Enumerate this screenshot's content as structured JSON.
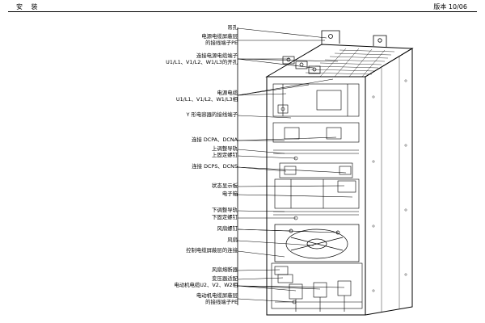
{
  "header": {
    "left": "安  装",
    "right": "版本 10/06"
  },
  "labels": [
    {
      "text": "吊孔"
    },
    {
      "text": "电源电缆屏蔽层"
    },
    {
      "text": "的接线端子PE"
    },
    {
      "text": "连接电源电缆端子"
    },
    {
      "text": "U1/L1、V1/L2、W1/L3的开孔"
    },
    {
      "text": "电源电缆"
    },
    {
      "text": "U1/L1、V1/L2、W1/L3相"
    },
    {
      "text": "Y 形电容器的接线端子"
    },
    {
      "text": "连接 DCPA、DCNA"
    },
    {
      "text": "上调整导轨"
    },
    {
      "text": "上固定螺钉"
    },
    {
      "text": "连接 DCPS、DCNS"
    },
    {
      "text": "状态显示板"
    },
    {
      "text": "电子箱"
    },
    {
      "text": "下调整导轨"
    },
    {
      "text": "下固定螺钉"
    },
    {
      "text": "风扇螺钉"
    },
    {
      "text": "风扇"
    },
    {
      "text": "控制电缆屏蔽层的连接"
    },
    {
      "text": "风扇熔断器"
    },
    {
      "text": "变压器适配"
    },
    {
      "text": "电动机电缆U2、V2、W2相"
    },
    {
      "text": "电动机电缆屏蔽层"
    },
    {
      "text": "的接线端子PE"
    }
  ]
}
